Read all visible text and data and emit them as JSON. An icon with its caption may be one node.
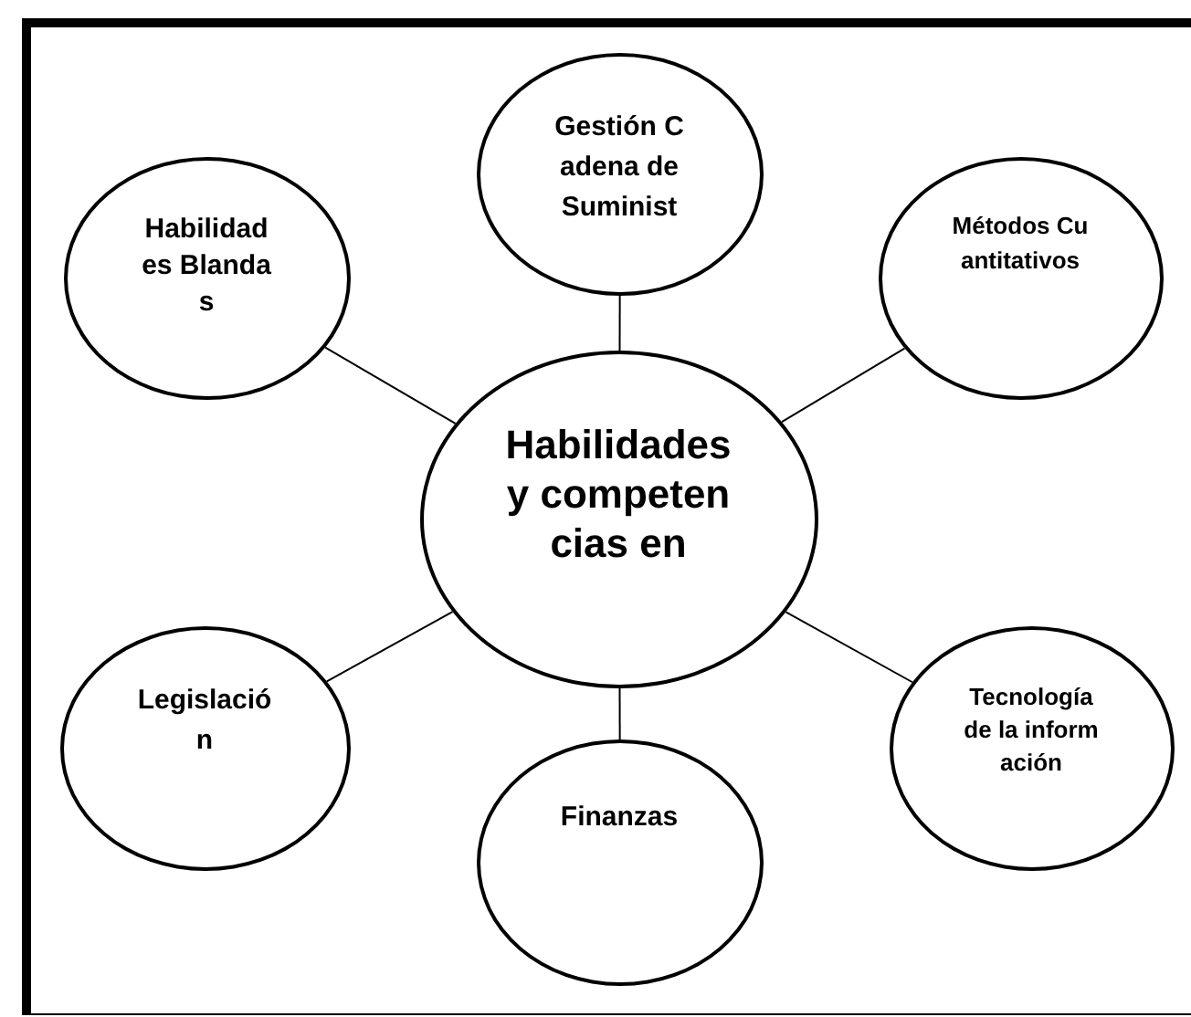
{
  "diagram": {
    "nodes": [
      {
        "text": [
          "Gestión Cadena de Suminist"
        ]
      },
      {
        "text": [
          "Habilidades Blandas"
        ]
      },
      {
        "text": [
          "Métodos Cuantitativos"
        ]
      },
      {
        "text": [
          "Habilidades y competencias en"
        ]
      },
      {
        "text": [
          "Legislación"
        ]
      },
      {
        "text": [
          "Finanzas"
        ]
      },
      {
        "text": [
          "Tecnología de la información"
        ]
      }
    ],
    "edges": [
      {
        "from": 3,
        "to": 0,
        "arrow": "none"
      },
      {
        "from": 3,
        "to": 1,
        "arrow": "none"
      },
      {
        "from": 3,
        "to": 2,
        "arrow": "none"
      },
      {
        "from": 3,
        "to": 4,
        "arrow": "none"
      },
      {
        "from": 3,
        "to": 5,
        "arrow": "none"
      },
      {
        "from": 3,
        "to": 6,
        "arrow": "none"
      }
    ]
  }
}
